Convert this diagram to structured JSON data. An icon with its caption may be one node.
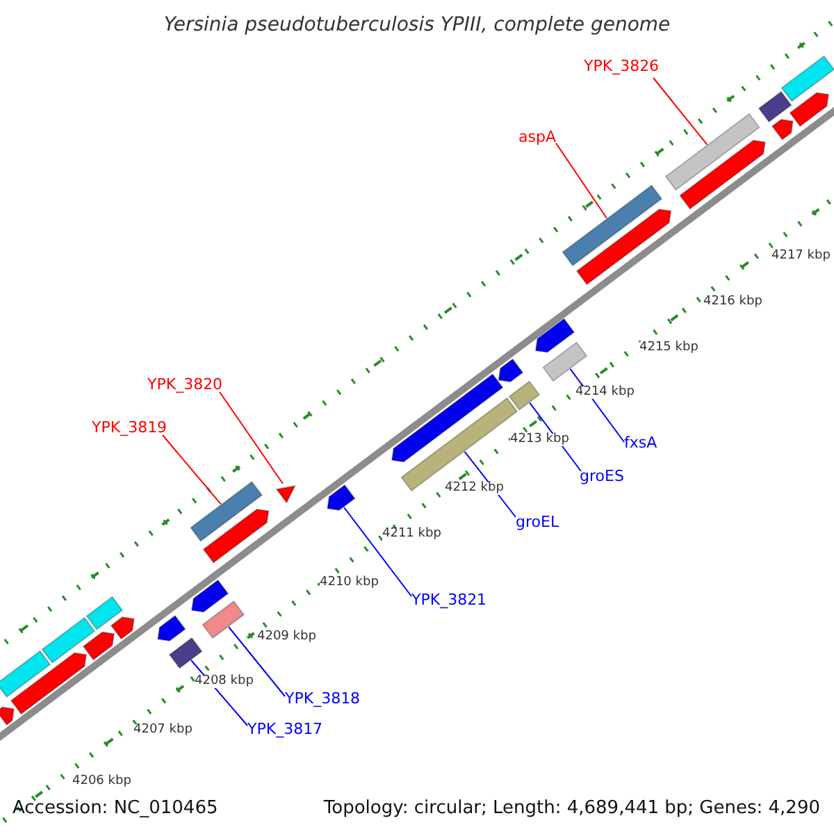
{
  "diagram": {
    "title": "Yersinia pseudotuberculosis YPIII, complete genome",
    "nodes": [
      {
        "text": [
          "YPK_3826"
        ]
      },
      {
        "text": [
          "aspA"
        ]
      },
      {
        "text": [
          "YPK_3820"
        ]
      },
      {
        "text": [
          "YPK_3819"
        ]
      },
      {
        "text": [
          "fxsA"
        ]
      },
      {
        "text": [
          "groES"
        ]
      },
      {
        "text": [
          "groEL"
        ]
      },
      {
        "text": [
          "YPK_3821"
        ]
      },
      {
        "text": [
          "YPK_3818"
        ]
      },
      {
        "text": [
          "YPK_3817"
        ]
      },
      {
        "text": [],
        "shape": "bar"
      },
      {
        "text": [],
        "shape": "arrow"
      },
      {
        "text": [],
        "shape": "arrow"
      },
      {
        "text": [],
        "shape": "bar"
      },
      {
        "text": [],
        "shape": "arrow"
      },
      {
        "text": [],
        "shape": "bar"
      },
      {
        "text": [],
        "shape": "arrow"
      },
      {
        "text": [],
        "shape": "arrow"
      },
      {
        "text": [],
        "shape": "bar"
      },
      {
        "text": [],
        "shape": "arrow"
      },
      {
        "text": [],
        "shape": "bar"
      },
      {
        "text": [],
        "shape": "arrow"
      },
      {
        "text": [],
        "shape": "bar"
      },
      {
        "text": [],
        "shape": "triangle"
      },
      {
        "text": [],
        "shape": "arrow"
      },
      {
        "text": [],
        "shape": "bar"
      },
      {
        "text": [],
        "shape": "arrow"
      },
      {
        "text": [],
        "shape": "bar"
      },
      {
        "text": [],
        "shape": "arrow"
      },
      {
        "text": [],
        "shape": "bar"
      },
      {
        "text": [],
        "shape": "arrow"
      },
      {
        "text": [],
        "shape": "bar"
      },
      {
        "text": [],
        "shape": "arrow"
      },
      {
        "text": [],
        "shape": "arrow"
      },
      {
        "text": [],
        "shape": "bar"
      },
      {
        "text": [],
        "shape": "arrow"
      },
      {
        "text": [],
        "shape": "bar"
      },
      {
        "text": [],
        "shape": "arrow"
      },
      {
        "text": [],
        "shape": "bar"
      }
    ],
    "edges": [
      {
        "from": 0,
        "to": 34,
        "arrow": "none",
        "color": "#ff0000"
      },
      {
        "from": 1,
        "to": 31,
        "arrow": "none",
        "color": "#ff0000"
      },
      {
        "from": 2,
        "to": 23,
        "arrow": "none",
        "color": "#ff0000"
      },
      {
        "from": 3,
        "to": 22,
        "arrow": "none",
        "color": "#ff0000"
      },
      {
        "from": 4,
        "to": 29,
        "arrow": "none",
        "color": "#0000ff"
      },
      {
        "from": 5,
        "to": 27,
        "arrow": "none",
        "color": "#0000ff"
      },
      {
        "from": 6,
        "to": 25,
        "arrow": "none",
        "color": "#0000ff"
      },
      {
        "from": 7,
        "to": 24,
        "arrow": "none",
        "color": "#0000ff"
      },
      {
        "from": 8,
        "to": 20,
        "arrow": "none",
        "color": "#0000ff"
      },
      {
        "from": 9,
        "to": 18,
        "arrow": "none",
        "color": "#0000ff"
      }
    ],
    "labels": [
      "4217 kbp",
      "4216 kbp",
      "4215 kbp",
      "4214 kbp",
      "4213 kbp",
      "4212 kbp",
      "4211 kbp",
      "4210 kbp",
      "4209 kbp",
      "4208 kbp",
      "4207 kbp",
      "4206 kbp",
      "Accession: NC_010465",
      "Topology: circular; Length: 4,689,441 bp; Genes: 4,290"
    ]
  }
}
